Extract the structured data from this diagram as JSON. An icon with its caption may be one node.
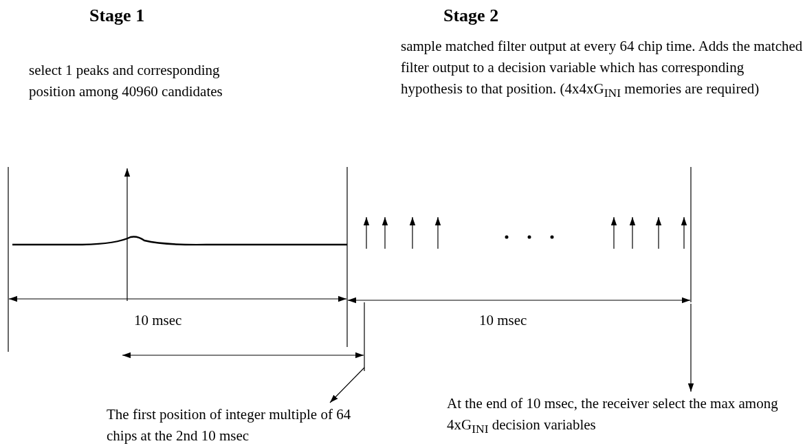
{
  "diagram": {
    "nodes": [
      {
        "text": [
          "The first position of integer multiple of 64 chips at the 2nd 10 msec"
        ]
      },
      {
        "text": [
          "At the end of 10 msec, the receiver select the max among 4xG$_{INI}$ decision variables"
        ]
      }
    ],
    "edges": [
      {
        "from": null,
        "to": 0,
        "arrow": "to"
      },
      {
        "from": null,
        "to": 1,
        "arrow": "to"
      }
    ],
    "labels": [
      "Stage 1",
      "Stage 2",
      "select 1 peaks and corresponding position among 40960 candidates",
      "sample matched filter output at every 64 chip time. Adds the matched filter output to a decision variable which has corresponding hypothesis to that position. (4x4xG$_{INI}$ memories are required)",
      "10 msec",
      "10 msec"
    ]
  }
}
